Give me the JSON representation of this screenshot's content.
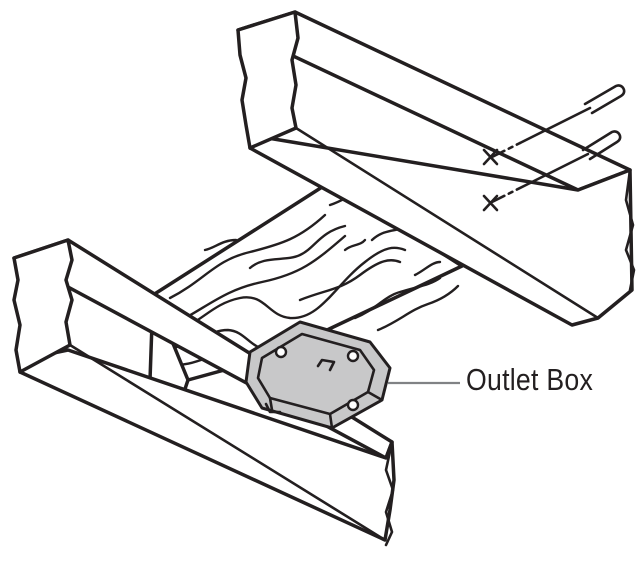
{
  "callout": {
    "label": "Outlet Box",
    "leader_color": "#808285"
  },
  "colors": {
    "line": "#231f20",
    "box_fill": "#c8c8c9",
    "background": "#ffffff"
  },
  "parts": [
    "front-joist",
    "back-joist",
    "wood-blocking",
    "outlet-box",
    "nails"
  ]
}
